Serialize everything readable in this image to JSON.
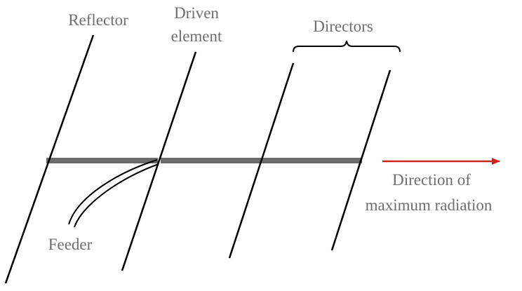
{
  "labels": {
    "reflector": "Reflector",
    "driven_line1": "Driven",
    "driven_line2": "element",
    "directors": "Directors",
    "direction_line1": "Direction of",
    "direction_line2": "maximum radiation",
    "feeder": "Feeder"
  },
  "colors": {
    "element": "#000000",
    "boom": "#6b6b6b",
    "arrow": "#cc2222",
    "text": "#6e6e6e"
  }
}
